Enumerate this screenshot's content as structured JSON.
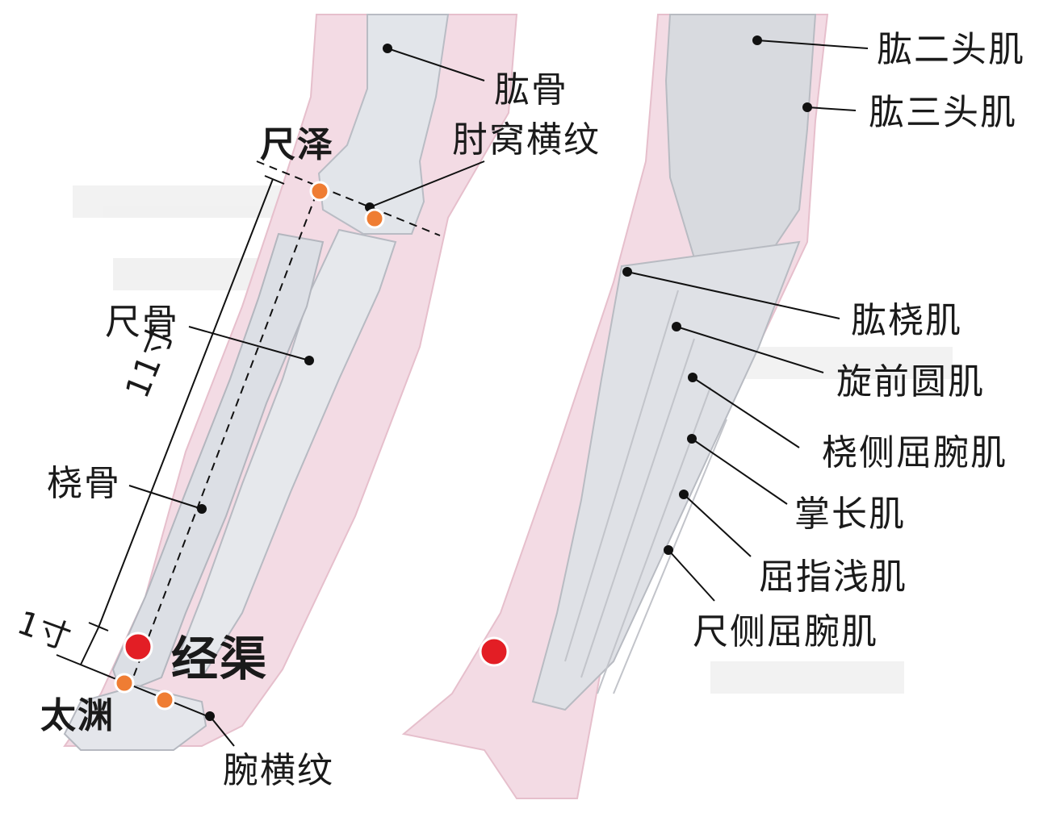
{
  "colors": {
    "skin": "#f2d6e0",
    "skin_edge": "#e3b3c4",
    "bone": "#dfe2e8",
    "muscle": "#d9dbe1",
    "acupoint_main": "#e31e25",
    "acupoint_secondary": "#ef7d33",
    "line": "#111111"
  },
  "left_panel": {
    "labels": {
      "humerus": "肱骨",
      "chize": "尺泽",
      "elbow_crease": "肘窝横纹",
      "ulna": "尺骨",
      "measure_11": "11寸",
      "radius": "桡骨",
      "measure_1": "1寸",
      "jingqu": "经渠",
      "taiyuan": "太渊",
      "wrist_crease": "腕横纹"
    }
  },
  "right_panel": {
    "labels": {
      "biceps": "肱二头肌",
      "triceps": "肱三头肌",
      "brachioradialis": "肱桡肌",
      "pronator_teres": "旋前圆肌",
      "fcr": "桡侧屈腕肌",
      "palmaris_longus": "掌长肌",
      "fds": "屈指浅肌",
      "fcu": "尺侧屈腕肌"
    }
  }
}
